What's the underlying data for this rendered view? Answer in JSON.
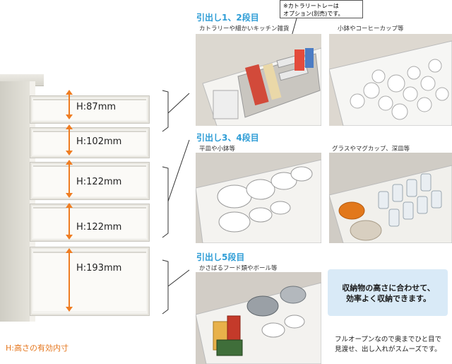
{
  "callout": {
    "line1": "※カトラリートレーは",
    "line2": "オプション(別売)です。"
  },
  "sections": {
    "s1": {
      "title": "引出し1、2段目",
      "sub": "カトラリーや細かいキッチン雑貨"
    },
    "s1b": {
      "sub": "小鉢やコーヒーカップ等"
    },
    "s2": {
      "title": "引出し3、4段目",
      "sub": "平皿や小鉢等"
    },
    "s2b": {
      "sub": "グラスやマグカップ、深皿等"
    },
    "s3": {
      "title": "引出し5段目",
      "sub": "かさばるフード類やボール等"
    }
  },
  "drawers": [
    {
      "height_label": "H:87mm"
    },
    {
      "height_label": "H:102mm"
    },
    {
      "height_label": "H:122mm"
    },
    {
      "height_label": "H:122mm"
    },
    {
      "height_label": "H:193mm"
    }
  ],
  "note": "H:高さの有効内寸",
  "info": {
    "line1": "収納物の高さに合わせて、",
    "line2": "効率よく収納できます。"
  },
  "bottom": {
    "line1": "フルオープンなので奥までひと目で",
    "line2": "見渡せ、出し入れがスムーズです。"
  },
  "colors": {
    "accent_blue": "#2e9dd6",
    "accent_orange": "#ef7d22",
    "info_bg": "#d9eaf7"
  }
}
